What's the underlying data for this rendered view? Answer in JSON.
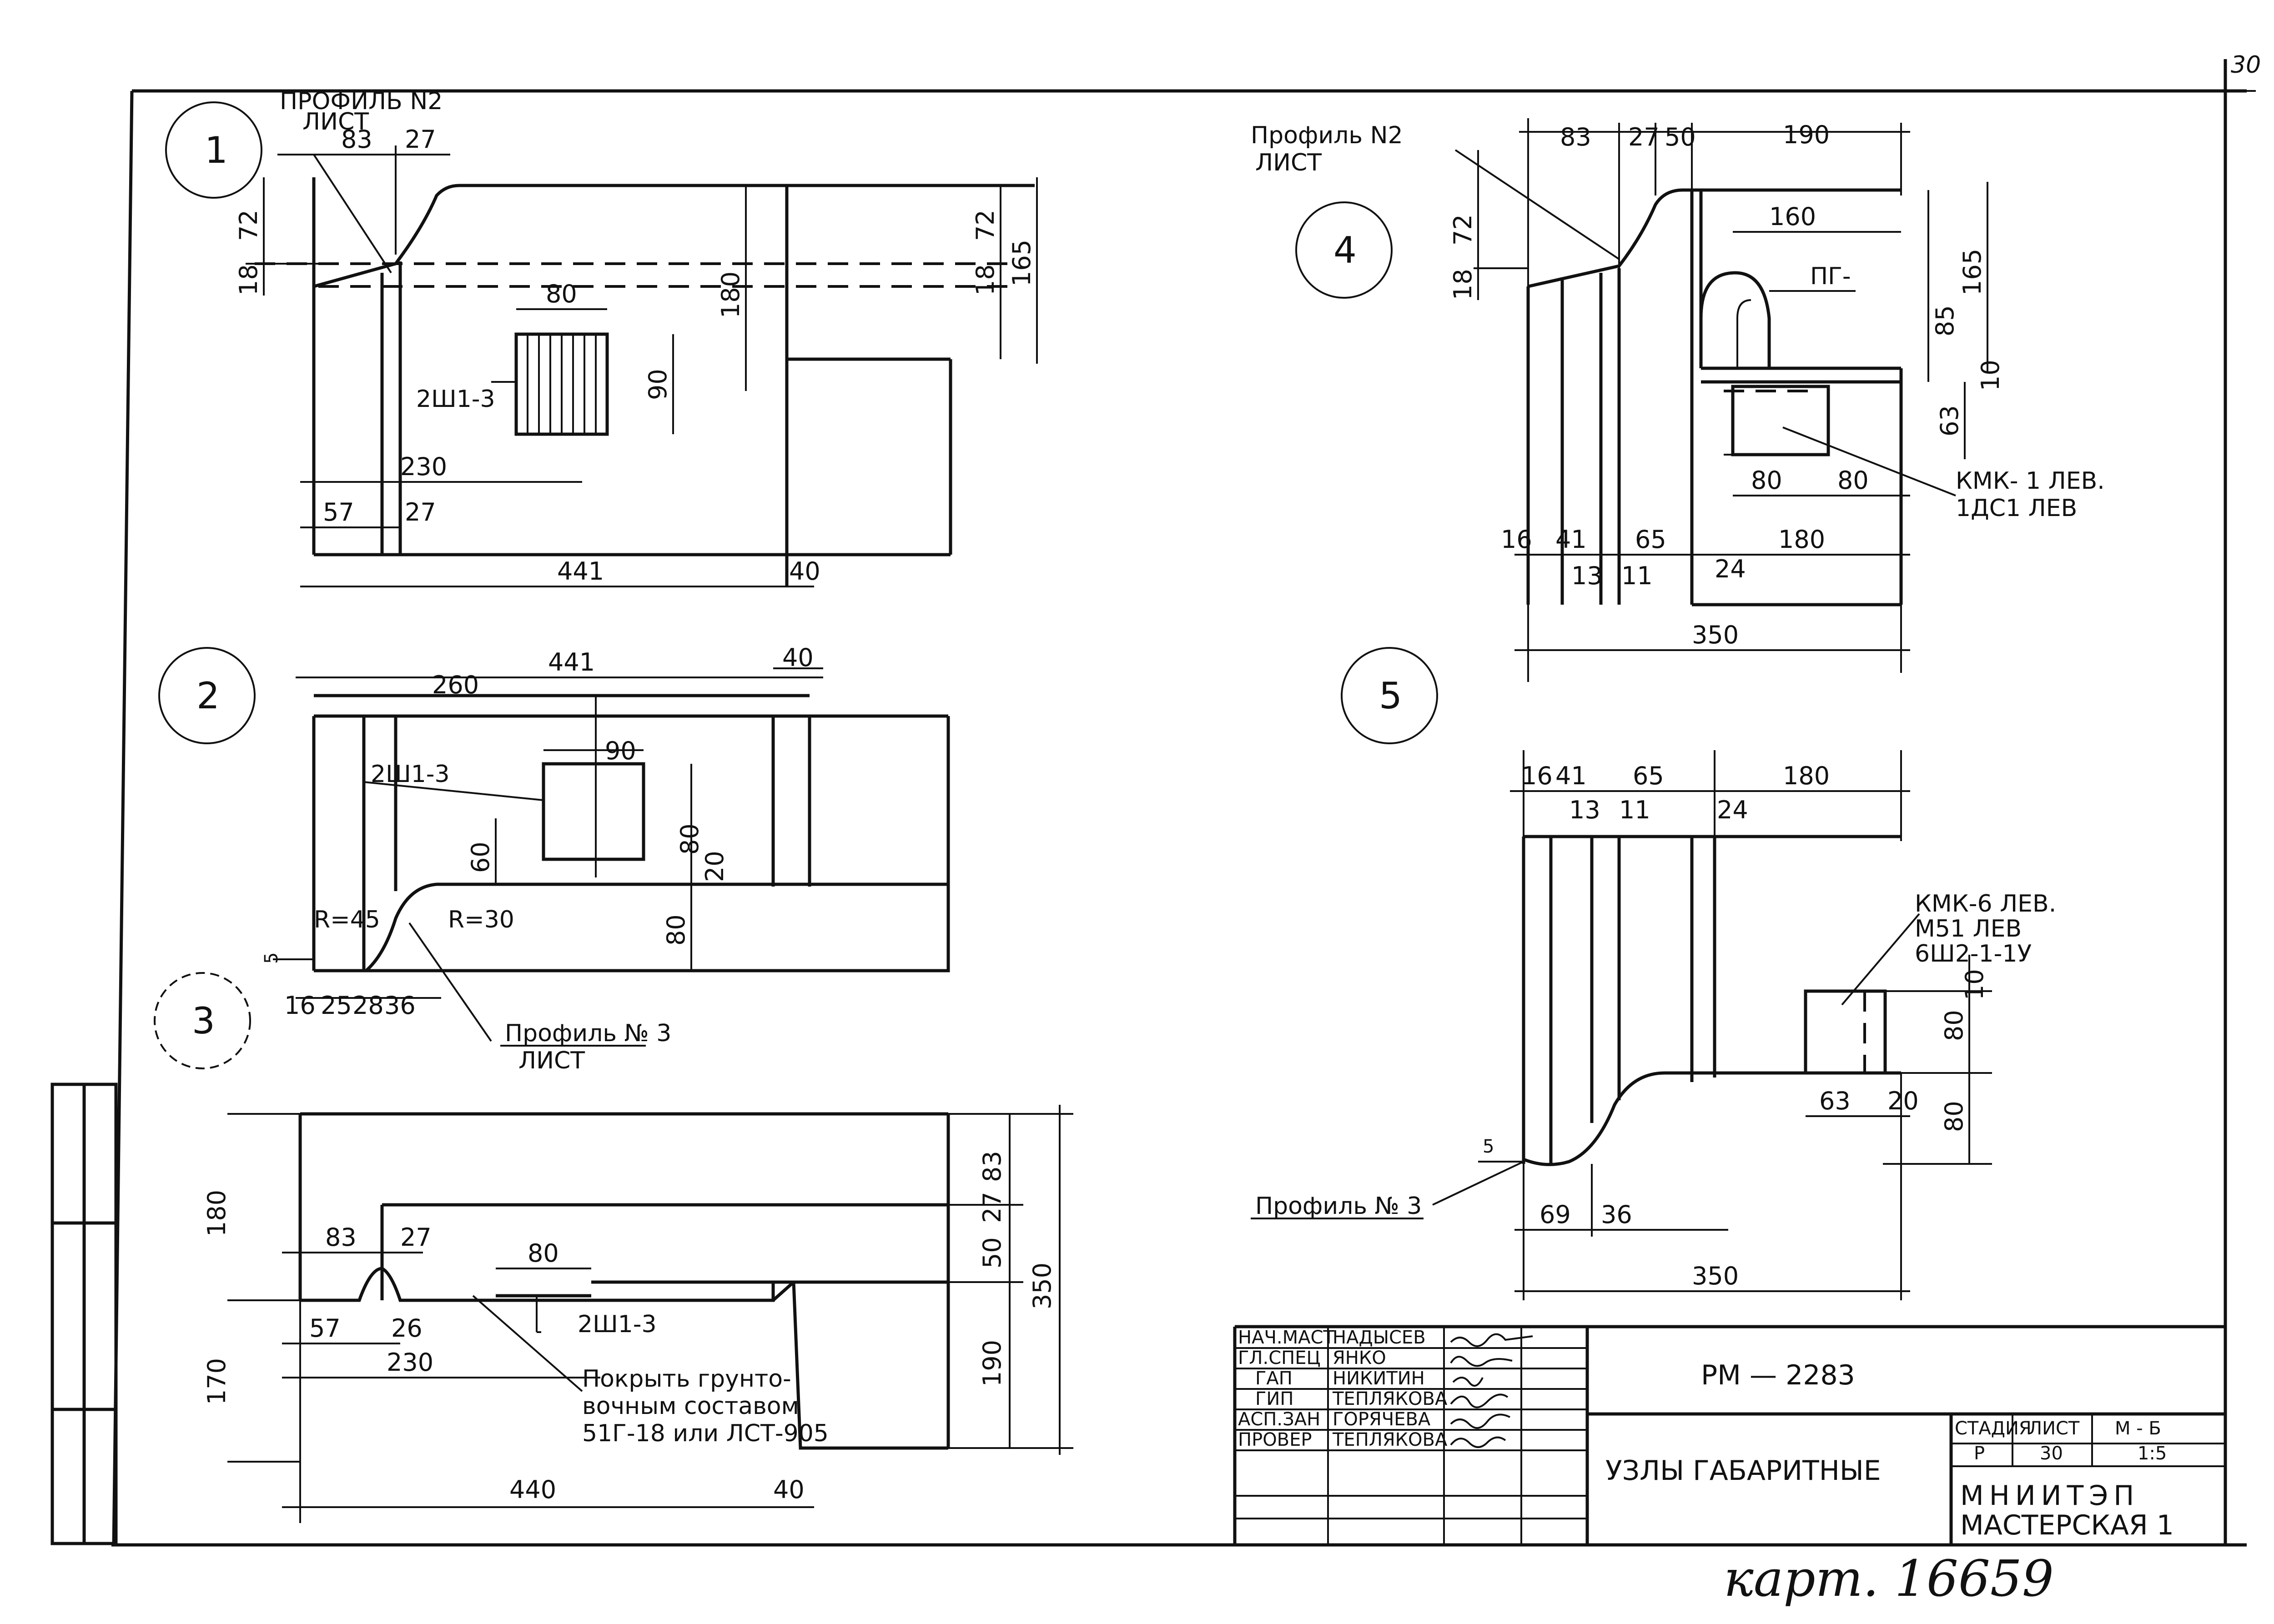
{
  "page_number": "30",
  "views": [
    {
      "number": "1"
    },
    {
      "number": "2"
    },
    {
      "number": "3"
    },
    {
      "number": "4"
    },
    {
      "number": "5"
    }
  ],
  "detail1": {
    "profile_ref": "ПРОФИЛЬ N2",
    "profile_sub": "ЛИСТ",
    "dims": [
      "83",
      "27",
      "72",
      "18",
      "80",
      "180",
      "90",
      "72",
      "18",
      "165",
      "230",
      "57",
      "27",
      "441",
      "40"
    ],
    "panel_label": "2Ш1-3"
  },
  "detail2": {
    "dims": [
      "441",
      "40",
      "260",
      "90",
      "60",
      "80",
      "20",
      "80",
      "16",
      "25",
      "28",
      "36",
      "5"
    ],
    "panel_label": "2Ш1-3",
    "radius1": "R=45",
    "radius2": "R=30",
    "profile_ref": "Профиль № 3",
    "profile_sub": "ЛИСТ"
  },
  "detail3": {
    "dims": [
      "180",
      "170",
      "83",
      "27",
      "80",
      "57",
      "26",
      "230",
      "440",
      "40",
      "83",
      "27",
      "50",
      "190",
      "350"
    ],
    "panel_label": "2Ш1-3",
    "note_line1": "Покрыть грунто-",
    "note_line2": "вочным составом",
    "note_line3": "51Г-18 или ЛСТ-905"
  },
  "detail4": {
    "profile_ref": "Профиль N2",
    "profile_sub": "ЛИСТ",
    "dims": [
      "83",
      "27",
      "50",
      "190",
      "72",
      "18",
      "160",
      "165",
      "85",
      "10",
      "63",
      "80",
      "80",
      "16",
      "41",
      "13",
      "65",
      "11",
      "24",
      "180",
      "350"
    ],
    "label_pg": "ПГ-",
    "kmk_line1": "КМК- 1 ЛЕВ.",
    "kmk_line2": "1ДС1 ЛЕВ"
  },
  "detail5": {
    "dims": [
      "16",
      "41",
      "65",
      "180",
      "13",
      "11",
      "24",
      "10",
      "80",
      "63",
      "20",
      "80",
      "5",
      "69",
      "36",
      "350"
    ],
    "kmk_line1": "КМК-6 ЛЕВ.",
    "kmk_line2": "М51 ЛЕВ",
    "kmk_line3": "6Ш2-1-1У",
    "profile_ref": "Профиль № 3"
  },
  "title_block": {
    "roles": [
      "НАЧ.МАСТ",
      "ГЛ.СПЕЦ",
      "ГАП",
      "ГИП",
      "АСП.ЗАН",
      "ПРОВЕР"
    ],
    "names": [
      "НАДЫСЕВ",
      "ЯНКО",
      "НИКИТИН",
      "ТЕПЛЯКОВА",
      "ГОРЯЧЕВА",
      "ТЕПЛЯКОВА"
    ],
    "project_code": "РМ — 2283",
    "sheet_title": "УЗЛЫ ГАБАРИТНЫЕ",
    "stage_header": "СТАДИЯ",
    "sheet_header": "ЛИСТ",
    "scale_header": "М - Б",
    "stage_value": "Р",
    "sheet_value": "30",
    "scale_value": "1:5",
    "org_line1": "МНИИТЭП",
    "org_line2": "МАСТЕРСКАЯ 1"
  },
  "handwritten_note": "карт. 16659"
}
